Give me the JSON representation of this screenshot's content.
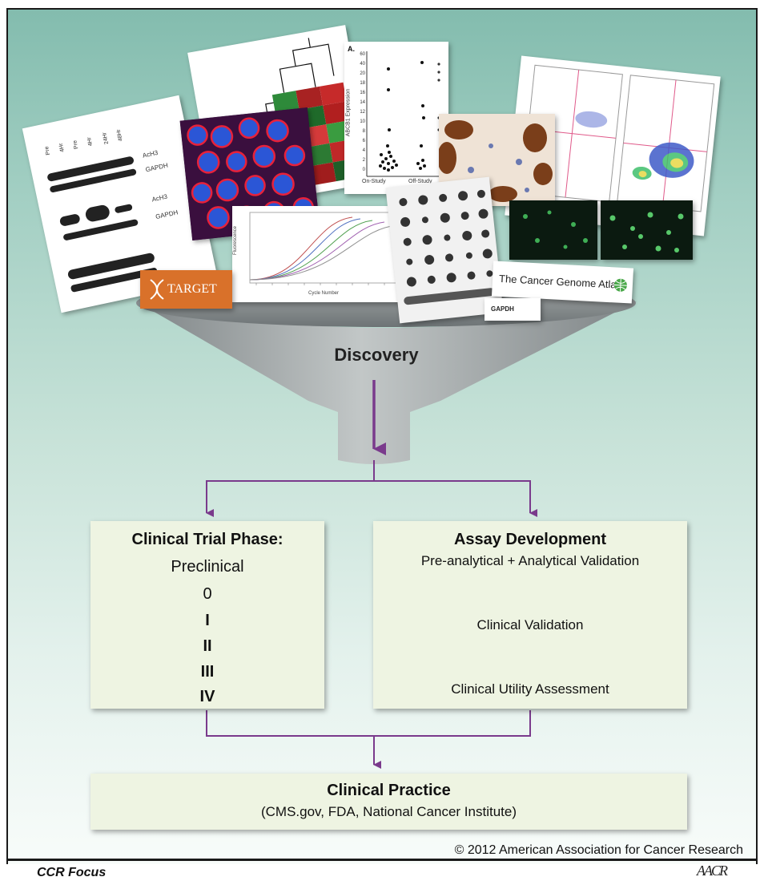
{
  "collage": {
    "blot_labels": [
      "AcH3",
      "GAPDH",
      "AcH3",
      "GAPDH"
    ],
    "blot_lane_labels": [
      "Pre",
      "4Hr",
      "Pre",
      "4Hr",
      "24Hr",
      "48Hr"
    ],
    "scatter_panel_label": "A.",
    "scatter_y_label": "ABCB1 Expression",
    "scatter_x_categories": [
      "On-Study",
      "Off-Study"
    ],
    "scatter_y_ticks": [
      "60",
      "40",
      "20",
      "18",
      "16",
      "14",
      "12",
      "10",
      "8",
      "6",
      "4",
      "2",
      "0"
    ],
    "qpcr_y_label": "Fluorescence",
    "qpcr_x_label": "Cycle Number",
    "dot_blot_label": "GAPDH",
    "target_logo": "TARGET",
    "tcga_logo": "The Cancer Genome Atlas"
  },
  "flow": {
    "discovery": "Discovery",
    "left_box": {
      "title": "Clinical Trial Phase:",
      "phases": [
        "Preclinical",
        "0",
        "I",
        "II",
        "III",
        "IV"
      ]
    },
    "right_box": {
      "title": "Assay Development",
      "steps": [
        "Pre-analytical + Analytical Validation",
        "Clinical Validation",
        "Clinical Utility Assessment"
      ]
    },
    "bottom_box": {
      "title": "Clinical Practice",
      "subtitle": "(CMS.gov, FDA, National Cancer Institute)"
    },
    "arrow_color": "#7a3a8c"
  },
  "copyright": "© 2012 American Association for Cancer Research",
  "footer": {
    "left": "CCR Focus",
    "logo": "AACR"
  }
}
